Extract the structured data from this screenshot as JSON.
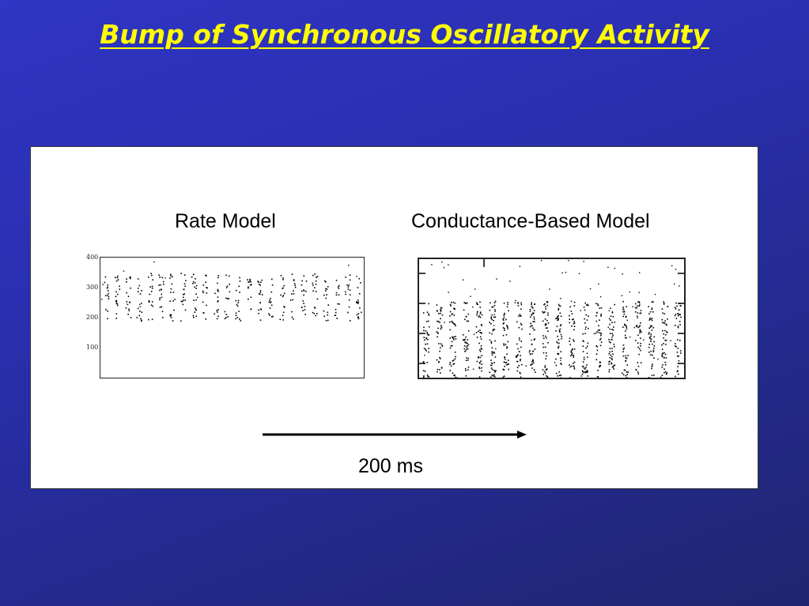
{
  "slide": {
    "title": "Bump of Synchronous Oscillatory Activity"
  },
  "colors": {
    "title": "#ffff00",
    "background": "#2a2fb0",
    "panel": "#ffffff",
    "spikes": "#000000"
  },
  "scale": {
    "label": "200 ms"
  },
  "chart_data": [
    {
      "type": "scatter",
      "title": "Rate Model",
      "xlabel": "",
      "ylabel": "",
      "yticks": [
        100,
        200,
        300,
        400
      ],
      "ylim": [
        0,
        400
      ],
      "grid": false,
      "bursts": 24,
      "band": [
        190,
        350
      ]
    },
    {
      "type": "scatter",
      "title": "Conductance-Based Model",
      "xlabel": "",
      "ylabel": "",
      "yticks": [],
      "ylim": [
        0,
        400
      ],
      "grid": false,
      "bursts": 20,
      "band": [
        0,
        260
      ]
    }
  ]
}
